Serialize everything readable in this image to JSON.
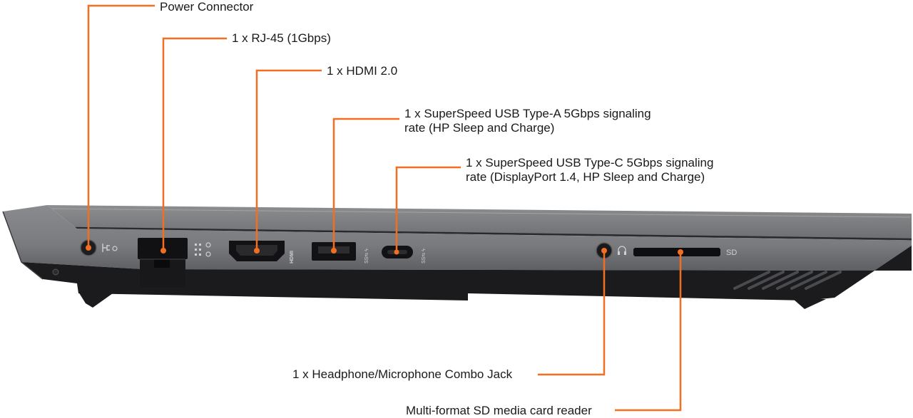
{
  "accent_color": "#f26f21",
  "callouts": [
    {
      "id": "power",
      "lines": [
        "Power Connector"
      ]
    },
    {
      "id": "rj45",
      "lines": [
        "1 x RJ-45 (1Gbps)"
      ]
    },
    {
      "id": "hdmi",
      "lines": [
        "1 x HDMI 2.0"
      ]
    },
    {
      "id": "usba",
      "lines": [
        "1 x SuperSpeed USB Type-A 5Gbps signaling",
        "rate (HP Sleep and Charge)"
      ]
    },
    {
      "id": "usbc",
      "lines": [
        "1 x SuperSpeed USB Type-C 5Gbps signaling",
        "rate (DisplayPort 1.4, HP Sleep and Charge)"
      ]
    },
    {
      "id": "audio",
      "lines": [
        "1 x Headphone/Microphone Combo Jack"
      ]
    },
    {
      "id": "sd",
      "lines": [
        "Multi-format SD media card reader"
      ]
    }
  ],
  "port_markings": {
    "hdmi": "HDMI",
    "usba": "SS⇆ ϟ",
    "usbc": "SS⇆ ϟ",
    "sd": "SD"
  },
  "icons": [
    "power-plug-icon",
    "network-icon",
    "headset-icon"
  ]
}
